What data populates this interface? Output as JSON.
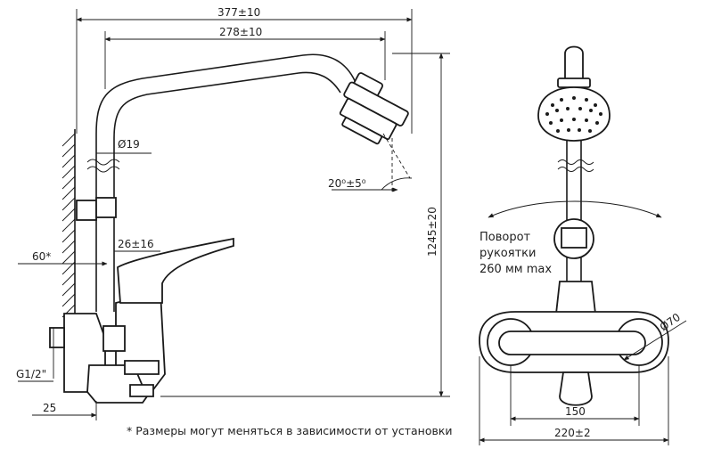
{
  "dimensions": {
    "overall_width": "377±10",
    "arm_width": "278±10",
    "pipe_diameter": "Ø19",
    "head_angle": "20⁰±5⁰",
    "total_height": "1245±20",
    "lever_offset": "26±16",
    "wall_offset": "60*",
    "thread": "G1/2\"",
    "base_offset": "25",
    "flange_diameter": "Ø70",
    "inlet_spacing": "150",
    "body_width": "220±2"
  },
  "rotation_note": {
    "line1": "Поворот",
    "line2": "рукоятки",
    "line3": "260 мм max"
  },
  "footnote": "* Размеры могут меняться в зависимости от установки"
}
